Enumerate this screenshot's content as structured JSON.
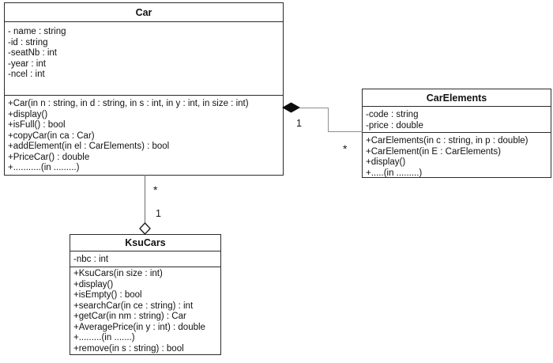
{
  "classes": {
    "car": {
      "title": "Car",
      "attributes": [
        "- name : string",
        "-id : string",
        "-seatNb : int",
        "-year : int",
        "-ncel : int"
      ],
      "methods": [
        "+Car(in n : string, in d : string, in s : int, in y : int, in size : int)",
        "+display()",
        "+isFull() : bool",
        "+copyCar(in ca : Car)",
        "+addElement(in el : CarElements) : bool",
        "+PriceCar() : double",
        "+...........(in .........)"
      ]
    },
    "carElements": {
      "title": "CarElements",
      "attributes": [
        "-code : string",
        "-price : double"
      ],
      "methods": [
        "+CarElements(in c : string, in p : double)",
        "+CarElement(in E : CarElements)",
        "+display()",
        "+.....(in .........)"
      ]
    },
    "ksuCars": {
      "title": "KsuCars",
      "attributes": [
        "-nbc : int"
      ],
      "methods": [
        "+KsuCars(in size : int)",
        "+display()",
        "+isEmpty() : bool",
        "+searchCar(in ce : string) : int",
        "+getCar(in nm : string) : Car",
        "+AveragePrice(in y : int) : double",
        "+.........(in .......)",
        "+remove(in s : string) : bool"
      ]
    }
  },
  "relationships": {
    "car_carElements": {
      "kind": "composition",
      "labels": {
        "near_car": "1",
        "near_carElements": "*"
      }
    },
    "ksuCars_car": {
      "kind": "aggregation",
      "labels": {
        "near_car": "*",
        "near_ksuCars": "1"
      }
    }
  },
  "colors": {
    "background": "#ffffff",
    "box_border": "#2b2b2b",
    "text": "#111111",
    "connector": "#8f8f8f",
    "composition_diamond_fill": "#0d0d0d",
    "aggregation_diamond_fill": "#ffffff"
  }
}
